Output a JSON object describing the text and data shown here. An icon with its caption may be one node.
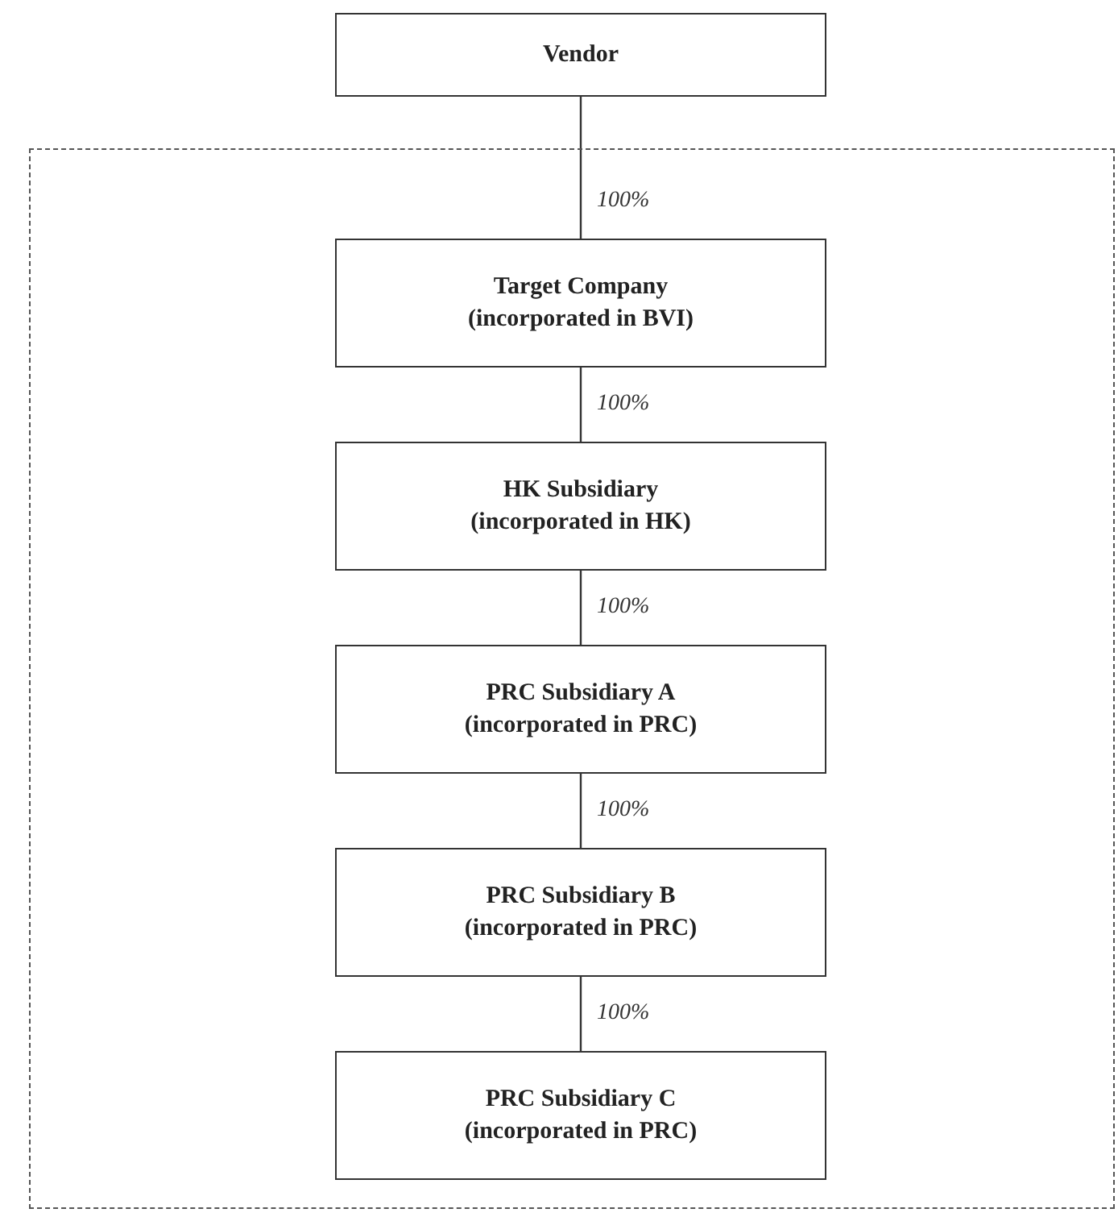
{
  "diagram": {
    "nodes": [
      {
        "text": [
          "Vendor"
        ]
      },
      {
        "text": [],
        "shape": "box"
      },
      {
        "text": [
          "Target Company (incorporated in BVI)"
        ],
        "in": 1
      },
      {
        "text": [
          "HK Subsidiary (incorporated in HK)"
        ],
        "in": 1
      },
      {
        "text": [
          "PRC Subsidiary A (incorporated in PRC)"
        ],
        "in": 1
      },
      {
        "text": [
          "PRC Subsidiary B (incorporated in PRC)"
        ],
        "in": 1
      },
      {
        "text": [
          "PRC Subsidiary C (incorporated in PRC)"
        ],
        "in": 1
      }
    ],
    "edges": [
      {
        "from": 0,
        "to": 2,
        "arrow": "none",
        "label": "100%"
      },
      {
        "from": 2,
        "to": 3,
        "arrow": "none",
        "label": "100%"
      },
      {
        "from": 3,
        "to": 4,
        "arrow": "none",
        "label": "100%"
      },
      {
        "from": 4,
        "to": 5,
        "arrow": "none",
        "label": "100%"
      },
      {
        "from": 5,
        "to": 6,
        "arrow": "none",
        "label": "100%"
      }
    ]
  }
}
